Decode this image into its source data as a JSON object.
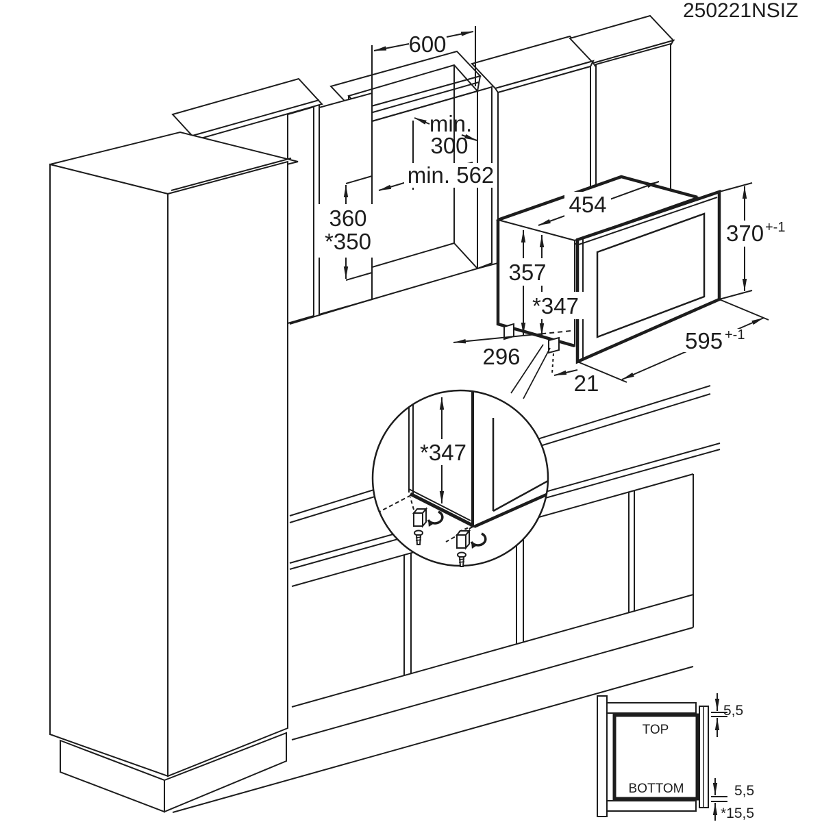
{
  "title": "250221NSIZ",
  "line_color": "#1d1d1d",
  "dims": {
    "cabinet_width": "600",
    "min_depth_l1": "min.",
    "min_depth_l2": "300",
    "min_inner_width": "min. 562",
    "niche_height_l1": "360",
    "niche_height_l2": "*350",
    "body_width": "454",
    "front_height": "370",
    "front_height_tol": "+-1",
    "body_height": "357",
    "body_height_alt": "*347",
    "front_width": "595",
    "front_width_tol": "+-1",
    "foot_inset_depth": "296",
    "foot_offset": "21",
    "detail_height": "*347"
  },
  "inset": {
    "gap_top": "5,5",
    "gap_bottom": "5,5",
    "overhang": "*15,5",
    "label_top": "TOP",
    "label_bottom": "BOTTOM"
  }
}
